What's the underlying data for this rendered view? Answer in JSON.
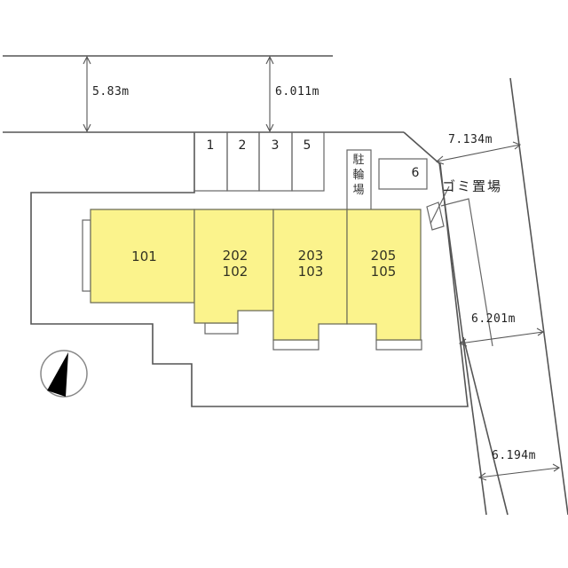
{
  "dimensions": {
    "top_left": "5.83m",
    "top_right": "6.011m",
    "upper_right_diag": "7.134m",
    "right_middle": "6.201m",
    "right_bottom": "6.194m"
  },
  "parking": {
    "slots": [
      {
        "label": "1"
      },
      {
        "label": "2"
      },
      {
        "label": "3"
      },
      {
        "label": "5"
      },
      {
        "label": "6"
      }
    ],
    "bicycle_parking": [
      "駐",
      "輪",
      "場"
    ]
  },
  "garbage_area": "ゴミ置場",
  "units": [
    {
      "upper": "",
      "lower": "101"
    },
    {
      "upper": "202",
      "lower": "102"
    },
    {
      "upper": "203",
      "lower": "103"
    },
    {
      "upper": "205",
      "lower": "105"
    }
  ],
  "compass": {
    "icon": "north-arrow-icon"
  },
  "colors": {
    "unit_fill": "#fbf38c",
    "line": "#555555"
  }
}
